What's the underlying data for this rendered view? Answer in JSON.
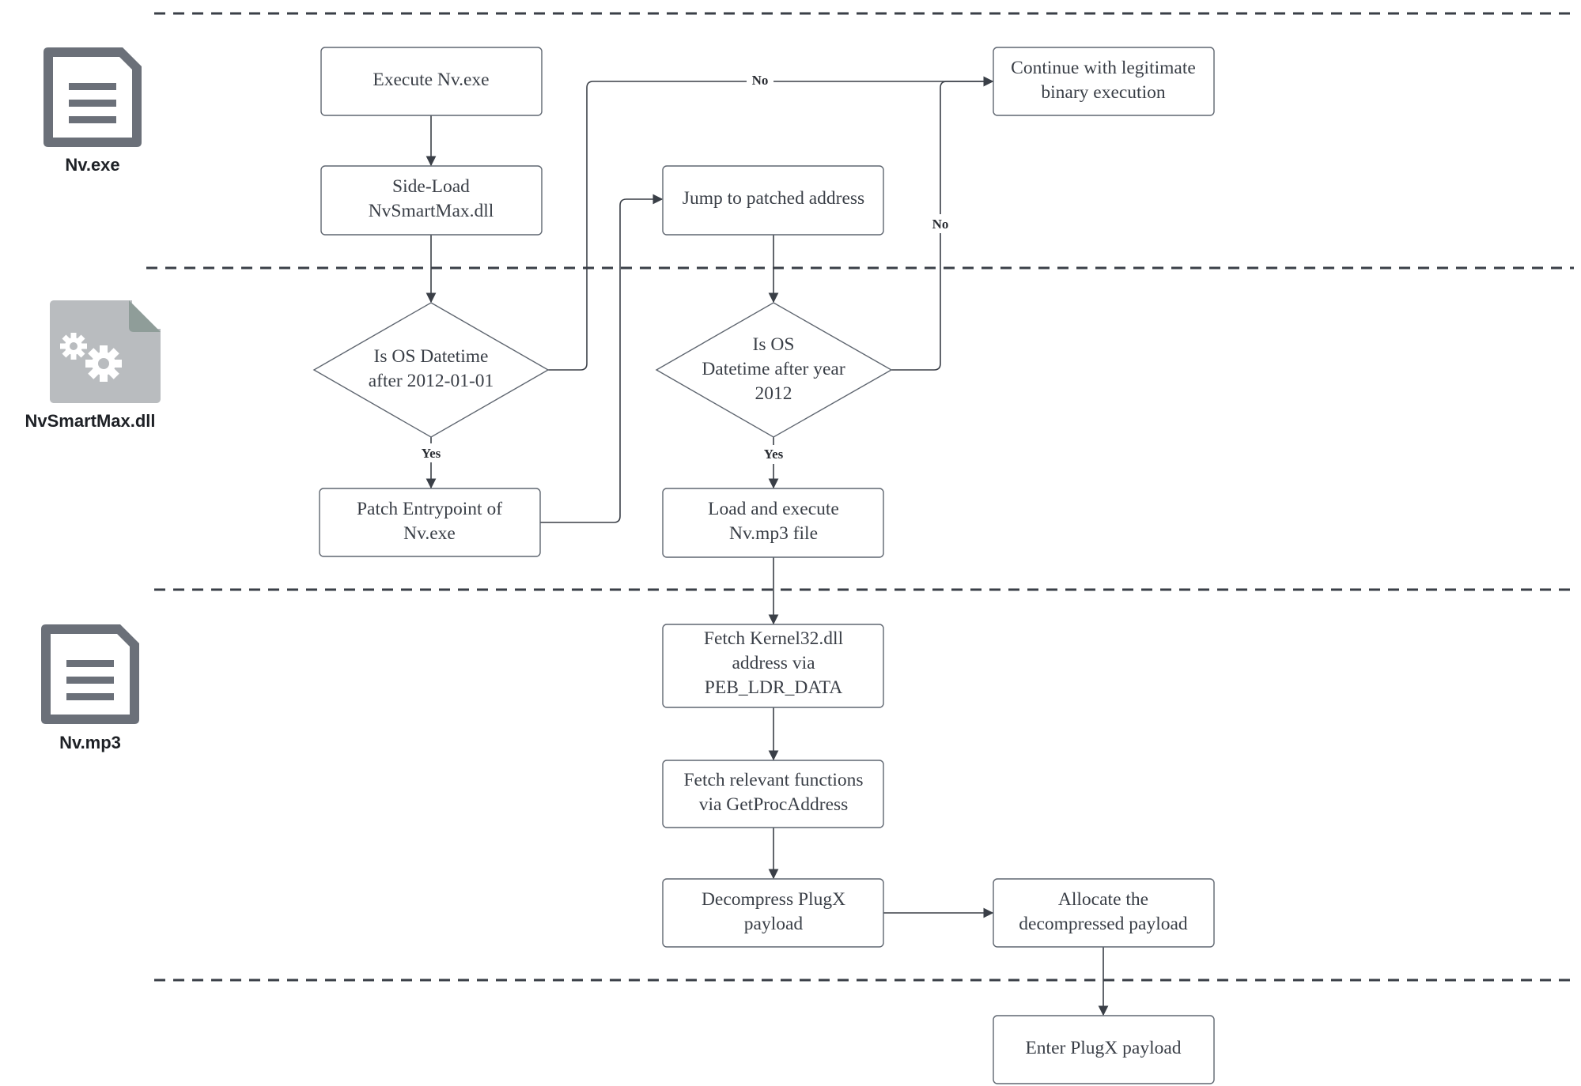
{
  "lanes": [
    {
      "id": "lane-nv-exe",
      "label": "Nv.exe",
      "icon": "document-icon"
    },
    {
      "id": "lane-nvsmartmax",
      "label": "NvSmartMax.dll",
      "icon": "gear-file-icon"
    },
    {
      "id": "lane-nv-mp3",
      "label": "Nv.mp3",
      "icon": "document-icon"
    }
  ],
  "nodes": {
    "execute": [
      "Execute Nv.exe"
    ],
    "sideload": [
      "Side-Load",
      "NvSmartMax.dll"
    ],
    "check1": [
      "Is OS Datetime",
      "after 2012-01-01"
    ],
    "patch": [
      "Patch Entrypoint of",
      "Nv.exe"
    ],
    "continue": [
      "Continue with legitimate",
      "binary execution"
    ],
    "jump": [
      "Jump to patched address"
    ],
    "check2": [
      "Is OS",
      "Datetime after year",
      "2012"
    ],
    "load": [
      "Load and execute",
      "Nv.mp3 file"
    ],
    "fetch_kernel": [
      "Fetch Kernel32.dll",
      "address via",
      "PEB_LDR_DATA"
    ],
    "fetch_funcs": [
      "Fetch relevant functions",
      "via GetProcAddress"
    ],
    "decompress": [
      "Decompress PlugX",
      "payload"
    ],
    "allocate": [
      "Allocate the",
      "decompressed payload"
    ],
    "enter": [
      "Enter PlugX payload"
    ]
  },
  "edge_labels": {
    "yes": "Yes",
    "no": "No"
  },
  "colors": {
    "stroke": "#5f6670",
    "text": "#3a3f47",
    "icon_doc": "#6b7079",
    "icon_gear_file": "#b9bcbf"
  }
}
